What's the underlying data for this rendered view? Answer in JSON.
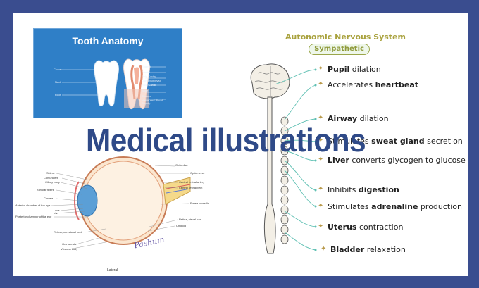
{
  "tooth_panel": {
    "title": "Tooth Anatomy",
    "left_labels": [
      "Crown",
      "Neck",
      "Root"
    ],
    "right_labels": [
      "Enamel",
      "Dentin",
      "Pulp Cavity",
      "Gums(Gingiva)",
      "Root Canal",
      "Bone",
      "Cement",
      "Nerve and Blood Supply"
    ]
  },
  "ans": {
    "title": "Autonomic Nervous System",
    "pill": "Sympathetic",
    "items": [
      {
        "bold": "Pupil",
        "text": " dilation",
        "bold_first": true
      },
      {
        "pre": "Accelerates ",
        "bold": "heartbeat"
      },
      {
        "bold": "Airway",
        "text": " dilation",
        "bold_first": true
      },
      {
        "pre": "Stimulates ",
        "bold": "sweat gland",
        "text": " secretion"
      },
      {
        "bold": "Liver",
        "text": " converts glycogen to glucose",
        "bold_first": true
      },
      {
        "pre": "Inhibits ",
        "bold": "digestion"
      },
      {
        "pre": "Stimulates ",
        "bold": "adrenaline",
        "text": " production"
      },
      {
        "bold": "Uterus",
        "text": " contraction",
        "bold_first": true
      },
      {
        "bold": "Bladder",
        "text": " relaxation",
        "bold_first": true
      }
    ]
  },
  "headline": "Medical illustrations",
  "eye": {
    "left_labels": [
      "Sclera",
      "Conjunctiva",
      "Ciliary body",
      "Zonular fibers",
      "Cornea",
      "Anterior chamber of the eye",
      "Lens",
      "Iris",
      "Posterior chamber of the eye",
      "Retina, non-visual part",
      "Ora serrata",
      "Vitreous body"
    ],
    "right_labels": [
      "Optic disc",
      "Optic nerve",
      "Central retinal artery",
      "Central retinal vein",
      "Fovea centralis",
      "Retina, visual part",
      "Choroid"
    ],
    "bottom_label": "Lateral",
    "signature": "Pashum"
  },
  "colors": {
    "frame": "#3a4d8f",
    "headline": "#2f4a88",
    "tooth_bg": "#2f7fc7",
    "ans_title": "#a9a23e",
    "connector": "#5fc0b3"
  }
}
